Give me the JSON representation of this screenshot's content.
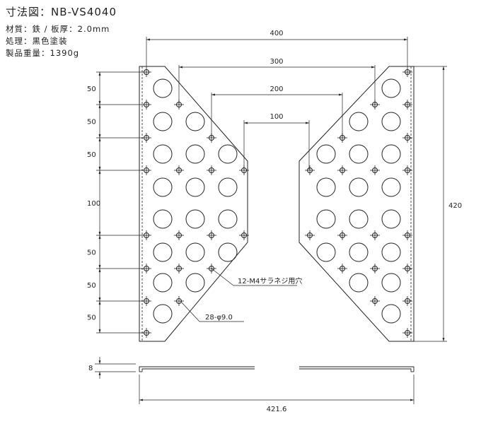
{
  "header": {
    "title": "寸法図：NB-VS4040",
    "material": "材質：鉄 / 板厚：2.0mm",
    "finish": "処理：黒色塗装",
    "weight": "製品重量：1390g"
  },
  "dimensions": {
    "w400": "400",
    "w300": "300",
    "w200": "200",
    "w100": "100",
    "h420": "420",
    "v50a": "50",
    "v50b": "50",
    "v50c": "50",
    "v100": "100",
    "v50d": "50",
    "v50e": "50",
    "v50f": "50",
    "t8": "8",
    "w421": "421.6"
  },
  "annotations": {
    "tap_holes": "12-M4サラネジ用穴",
    "round_holes": "28-φ9.0"
  }
}
